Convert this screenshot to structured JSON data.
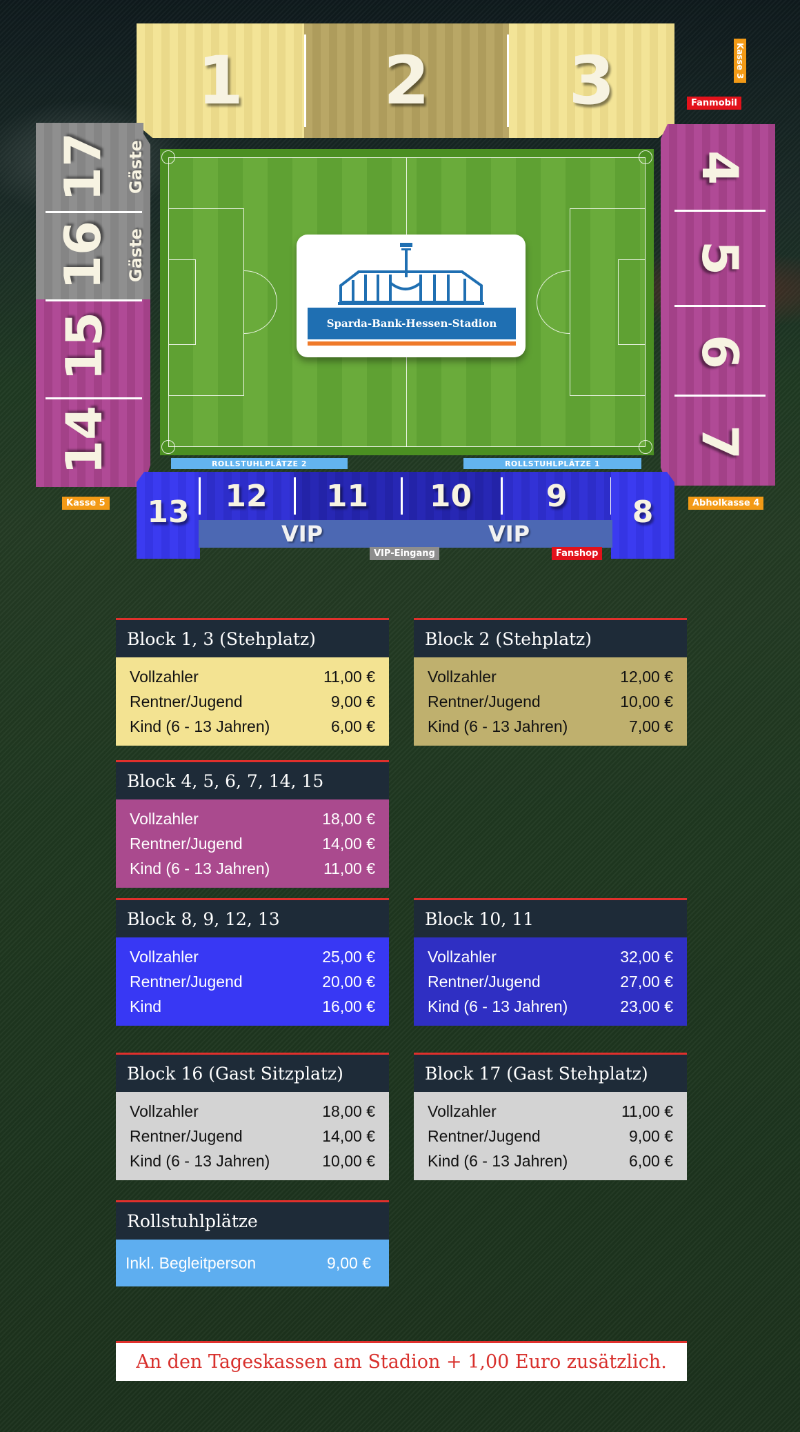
{
  "stadium": {
    "top_blocks": [
      "1",
      "2",
      "3"
    ],
    "left_blocks": [
      "17",
      "16",
      "15",
      "14"
    ],
    "guest_label": "Gäste",
    "right_blocks": [
      "4",
      "5",
      "6",
      "7"
    ],
    "bottom_blocks": [
      "13",
      "12",
      "11",
      "10",
      "9",
      "8"
    ],
    "vip_label": "VIP",
    "wheelchair_1": "ROLLSTUHLPLÄTZE 1",
    "wheelchair_2": "ROLLSTUHLPLÄTZE 2",
    "logo_text": "Sparda-Bank-Hessen-Stadion",
    "tags": {
      "kasse3": "Kasse 3",
      "fanmobil": "Fanmobil",
      "kasse5": "Kasse 5",
      "abholkasse4": "Abholkasse 4",
      "vip_eingang": "VIP-Eingang",
      "fanshop": "Fanshop"
    }
  },
  "prices": {
    "b13": {
      "title": "Block 1, 3 (Stehplatz)",
      "rows": [
        {
          "label": "Vollzahler",
          "price": "11,00 €"
        },
        {
          "label": "Rentner/Jugend",
          "price": "9,00 €"
        },
        {
          "label": "Kind (6 - 13 Jahren)",
          "price": "6,00 €"
        }
      ]
    },
    "b2": {
      "title": "Block 2 (Stehplatz)",
      "rows": [
        {
          "label": "Vollzahler",
          "price": "12,00 €"
        },
        {
          "label": "Rentner/Jugend",
          "price": "10,00 €"
        },
        {
          "label": "Kind (6 - 13 Jahren)",
          "price": "7,00 €"
        }
      ]
    },
    "b4": {
      "title": "Block 4, 5, 6, 7, 14, 15",
      "rows": [
        {
          "label": "Vollzahler",
          "price": "18,00 €"
        },
        {
          "label": "Rentner/Jugend",
          "price": "14,00 €"
        },
        {
          "label": "Kind (6 - 13 Jahren)",
          "price": "11,00 €"
        }
      ]
    },
    "b8": {
      "title": "Block 8, 9, 12, 13",
      "rows": [
        {
          "label": "Vollzahler",
          "price": "25,00 €"
        },
        {
          "label": "Rentner/Jugend",
          "price": "20,00 €"
        },
        {
          "label": "Kind",
          "price": "16,00 €"
        }
      ]
    },
    "b10": {
      "title": "Block 10, 11",
      "rows": [
        {
          "label": "Vollzahler",
          "price": "32,00 €"
        },
        {
          "label": "Rentner/Jugend",
          "price": "27,00 €"
        },
        {
          "label": "Kind (6 - 13 Jahren)",
          "price": "23,00 €"
        }
      ]
    },
    "b16": {
      "title": "Block 16 (Gast Sitzplatz)",
      "rows": [
        {
          "label": "Vollzahler",
          "price": "18,00 €"
        },
        {
          "label": "Rentner/Jugend",
          "price": "14,00 €"
        },
        {
          "label": "Kind (6 - 13 Jahren)",
          "price": "10,00 €"
        }
      ]
    },
    "b17": {
      "title": "Block 17 (Gast Stehplatz)",
      "rows": [
        {
          "label": "Vollzahler",
          "price": "11,00 €"
        },
        {
          "label": "Rentner/Jugend",
          "price": "9,00 €"
        },
        {
          "label": "Kind (6 - 13 Jahren)",
          "price": "6,00 €"
        }
      ]
    },
    "rs": {
      "title": "Rollstuhlplätze",
      "rows": [
        {
          "label": "Inkl. Begleitperson",
          "price": "9,00 €"
        }
      ]
    }
  },
  "note": "An den Tageskassen am Stadion + 1,00 Euro zusätzlich."
}
